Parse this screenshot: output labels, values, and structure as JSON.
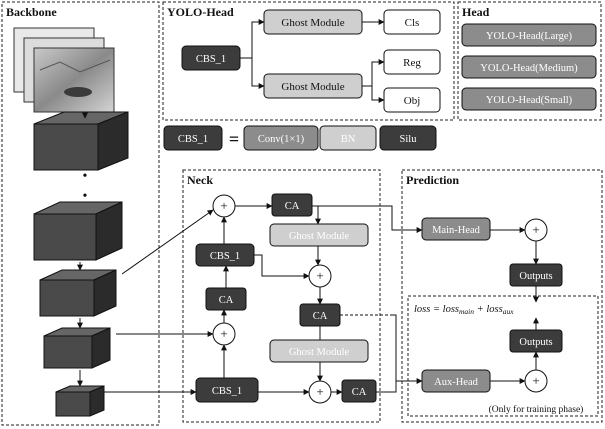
{
  "backbone": {
    "title": "Backbone",
    "ellipsis": "•\n•"
  },
  "yolo_head": {
    "title": "YOLO-Head",
    "cbs": "CBS_1",
    "ghost_top": "Ghost Module",
    "ghost_bottom": "Ghost Module",
    "cls": "Cls",
    "reg": "Reg",
    "obj": "Obj"
  },
  "head": {
    "title": "Head",
    "items": [
      "YOLO-Head(Large)",
      "YOLO-Head(Medium)",
      "YOLO-Head(Small)"
    ]
  },
  "cbs_def": {
    "cbs": "CBS_1",
    "equals": "=",
    "conv": "Conv(1×1)",
    "bn": "BN",
    "silu": "Silu"
  },
  "neck": {
    "title": "Neck",
    "ca_top": "CA",
    "ghost_1": "Ghost Module",
    "cbs_mid": "CBS_1",
    "ca_left": "CA",
    "ca_right": "CA",
    "ghost_2": "Ghost Module",
    "cbs_bottom": "CBS_1",
    "ca_bottom": "CA",
    "plus": "+"
  },
  "prediction": {
    "title": "Prediction",
    "main_head": "Main-Head",
    "outputs_top": "Outputs",
    "loss_formula": "loss = loss",
    "outputs_bottom": "Outputs",
    "aux_head": "Aux-Head",
    "note": "(Only for training phase)"
  },
  "colors": {
    "dark_module": "#3c3c3c",
    "mid_module": "#8c8c8c",
    "light_module": "#cfcfcf",
    "line": "#111111"
  }
}
